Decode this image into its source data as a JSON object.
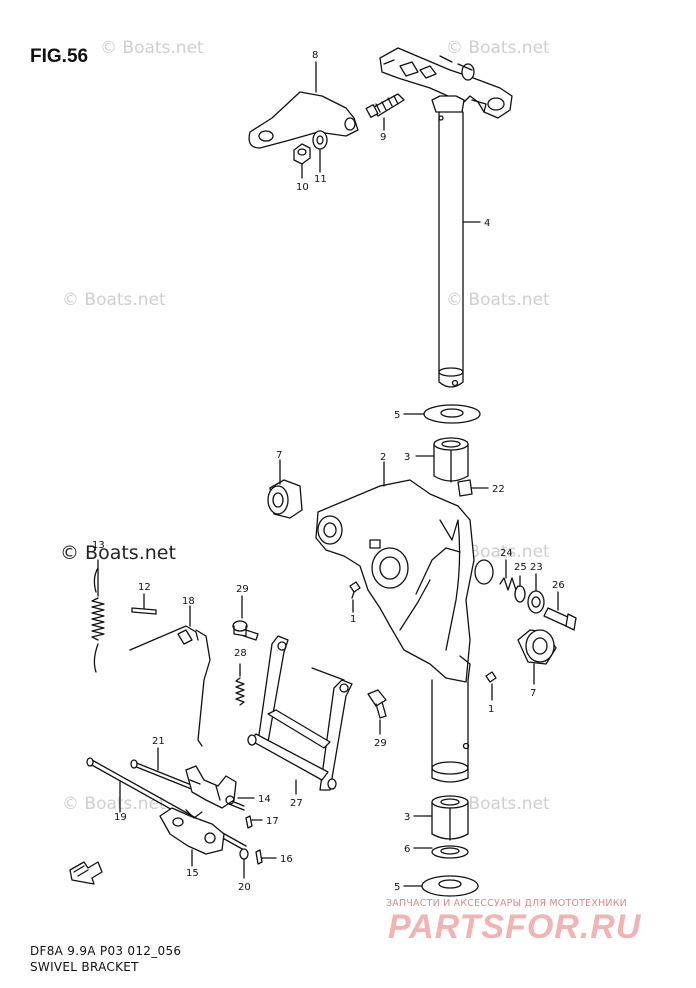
{
  "header": {
    "figure_label": "FIG.56"
  },
  "watermarks": [
    "© Boats.net",
    "© Boats.net",
    "© Boats.net",
    "© Boats.net",
    "© Boats.net",
    "© Boats.net",
    "© Boats.net",
    "© Boats.net"
  ],
  "footer": {
    "code": "DF8A 9.9A P03 012_056",
    "title": "SWIVEL BRACKET"
  },
  "shop": {
    "tagline": "ЗАПЧАСТИ И АКСЕССУАРЫ ДЛЯ МОТОТЕХНИКИ",
    "brand": "PARTSFOR.RU"
  },
  "callouts": [
    "8",
    "9",
    "10",
    "11",
    "4",
    "5",
    "3",
    "22",
    "2",
    "7",
    "24",
    "25",
    "23",
    "26",
    "1",
    "7",
    "1",
    "29",
    "28",
    "29",
    "13",
    "12",
    "18",
    "21",
    "14",
    "17",
    "19",
    "15",
    "16",
    "20",
    "27",
    "3",
    "6",
    "5"
  ]
}
